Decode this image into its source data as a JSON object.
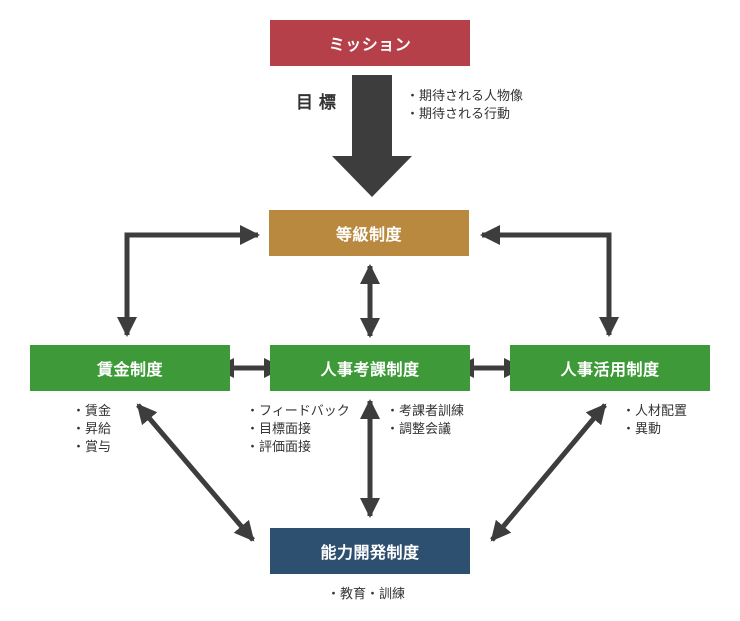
{
  "mission": {
    "label": "ミッション",
    "color": "#b5404a"
  },
  "goal": {
    "label": "目 標",
    "notes": [
      "・期待される人物像",
      "・期待される行動"
    ]
  },
  "grade": {
    "label": "等級制度",
    "color": "#b8893e"
  },
  "wage": {
    "label": "賃金制度",
    "color": "#3e9a38",
    "notes": [
      "・賃金",
      "・昇給",
      "・賞与"
    ]
  },
  "evaluation": {
    "label": "人事考課制度",
    "color": "#3e9a38",
    "notes_left": [
      "・フィードバック",
      "・目標面接",
      "・評価面接"
    ],
    "notes_right": [
      "・考課者訓練",
      "・調整会議"
    ]
  },
  "utilization": {
    "label": "人事活用制度",
    "color": "#3e9a38",
    "notes": [
      "・人材配置",
      "・異動"
    ]
  },
  "capability": {
    "label": "能力開発制度",
    "color": "#2e5070",
    "notes": [
      "・教育・訓練"
    ]
  },
  "arrow_color": "#3d3d3d"
}
